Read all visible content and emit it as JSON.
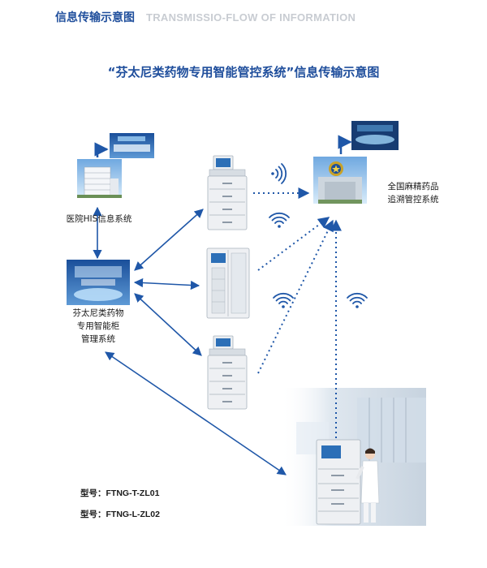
{
  "header": {
    "title_cn": "信息传输示意图",
    "title_en": "TRANSMISSIO-FLOW OF INFORMATION"
  },
  "diagram": {
    "title": "“芬太尼类药物专用智能管控系统”信息传输示意图",
    "nodes": {
      "his": {
        "label": "医院HIS信息系统"
      },
      "mgmt": {
        "lines": [
          "芬太尼类药物",
          "专用智能柜",
          "管理系统"
        ]
      },
      "national": {
        "lines": [
          "全国麻精药品",
          "追溯管控系统"
        ]
      }
    },
    "models": [
      "型号：FTNG-T-ZL01",
      "型号：FTNG-L-ZL02"
    ]
  },
  "colors": {
    "accent": "#1f4e9c",
    "arrow": "#1f57a8",
    "header_en": "#c8ccd2",
    "cabinet": "#eef0f3"
  },
  "icons": [
    "wifi-icon",
    "building-icon",
    "police-emblem-icon",
    "cabinet-icon",
    "pharmacist-icon"
  ]
}
